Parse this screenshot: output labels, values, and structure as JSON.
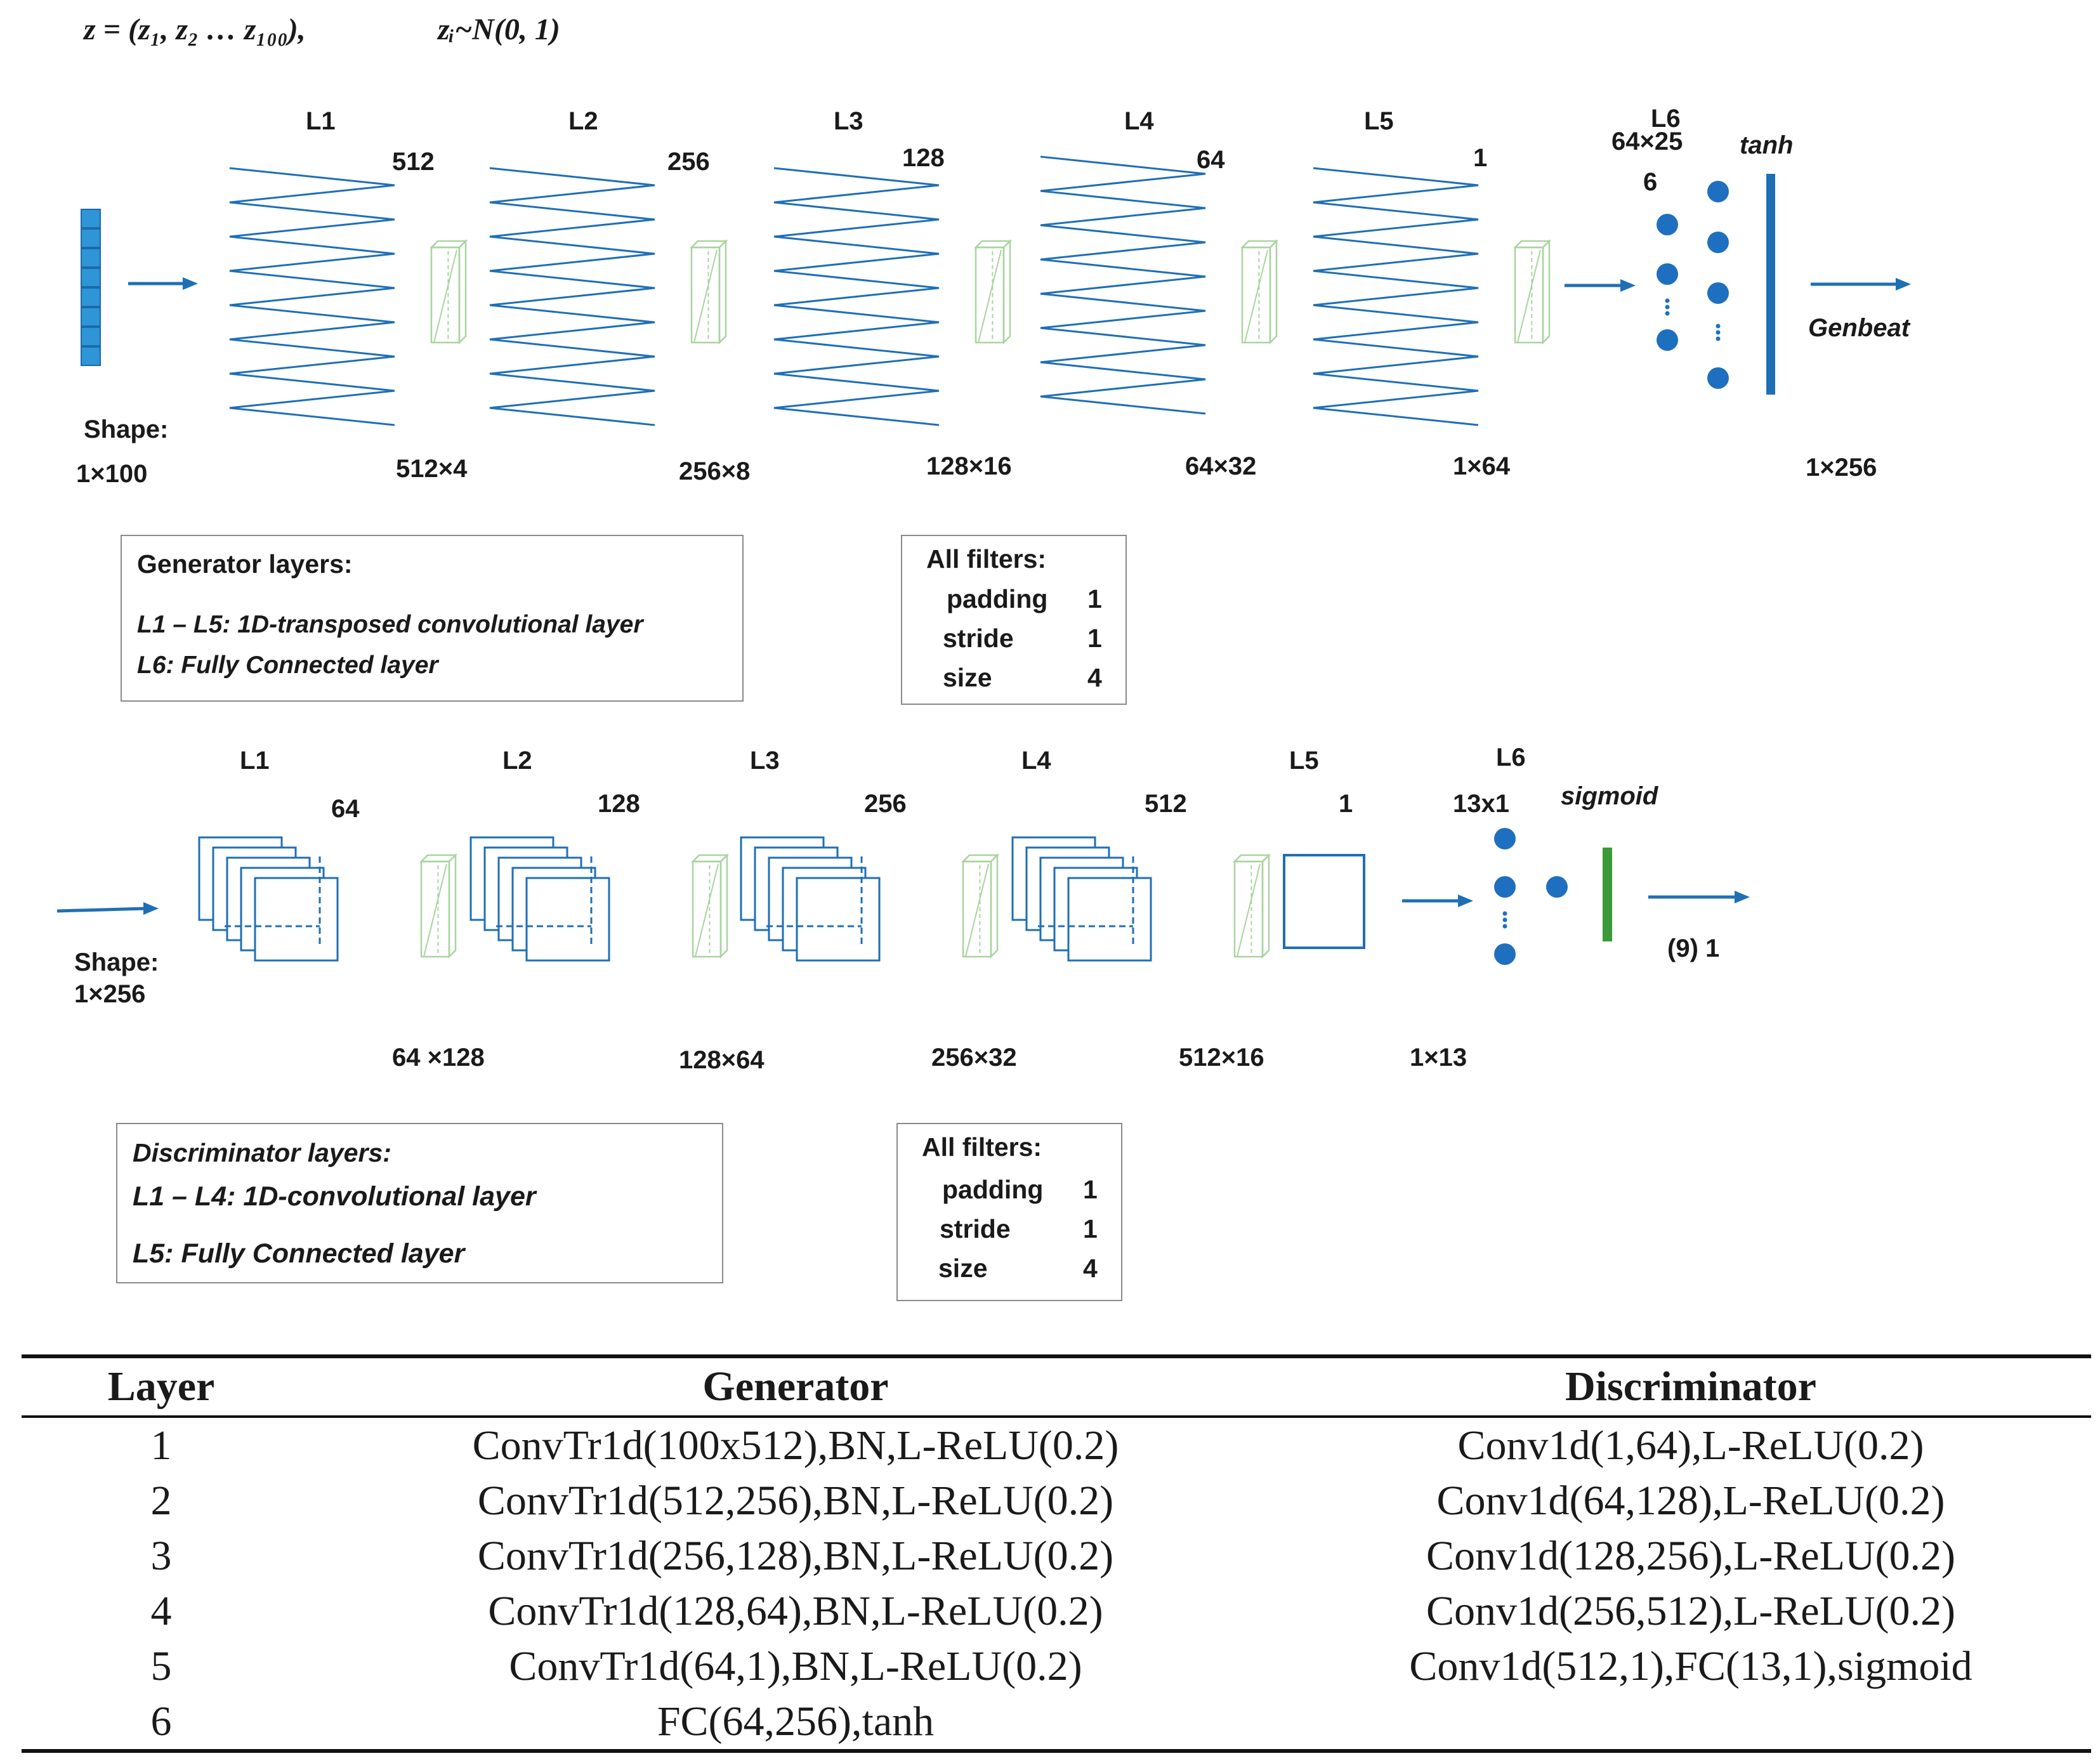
{
  "formula": {
    "z": "z = (z₁, z₂ … z₁₀₀),",
    "dist": "zᵢ~N(0, 1)"
  },
  "generator": {
    "layers": [
      {
        "label": "L1",
        "filters": "512",
        "shape": "512×4"
      },
      {
        "label": "L2",
        "filters": "256",
        "shape": "256×8"
      },
      {
        "label": "L3",
        "filters": "128",
        "shape": "128×16"
      },
      {
        "label": "L4",
        "filters": "64",
        "shape": "64×32"
      },
      {
        "label": "L5",
        "filters": "1",
        "shape": "1×64"
      }
    ],
    "input_shape_label": "Shape:",
    "input_shape": "1×100",
    "fc_label": "L6",
    "fc_size_a": "64×25",
    "fc_size_b": "6",
    "activation": "tanh",
    "output_label": "Genbeat",
    "output_shape": "1×256",
    "legend": {
      "title": "Generator layers:",
      "line1": "L1 – L5: 1D-transposed convolutional layer",
      "line2": "L6: Fully Connected layer"
    },
    "filters": {
      "title": "All filters:",
      "rows": [
        {
          "name": "padding",
          "value": "1"
        },
        {
          "name": "stride",
          "value": "1"
        },
        {
          "name": "size",
          "value": "4"
        }
      ]
    }
  },
  "discriminator": {
    "layers": [
      {
        "label": "L1",
        "filters": "64",
        "shape": "64 ×128"
      },
      {
        "label": "L2",
        "filters": "128",
        "shape": "128×64"
      },
      {
        "label": "L3",
        "filters": "256",
        "shape": "256×32"
      },
      {
        "label": "L4",
        "filters": "512",
        "shape": "512×16"
      },
      {
        "label": "L5",
        "filters": "1",
        "shape": "1×13"
      }
    ],
    "input_shape_label": "Shape:",
    "input_shape": "1×256",
    "fc_label": "L6",
    "fc_size": "13x1",
    "activation": "sigmoid",
    "output": "(9) 1",
    "legend": {
      "title": "Discriminator layers:",
      "line1": "L1 – L4: 1D-convolutional layer",
      "line2": "L5: Fully Connected layer"
    },
    "filters": {
      "title": "All filters:",
      "rows": [
        {
          "name": "padding",
          "value": "1"
        },
        {
          "name": "stride",
          "value": "1"
        },
        {
          "name": "size",
          "value": "4"
        }
      ]
    }
  },
  "table": {
    "headers": [
      "Layer",
      "Generator",
      "Discriminator"
    ],
    "rows": [
      [
        "1",
        "ConvTr1d(100x512),BN,L-ReLU(0.2)",
        "Conv1d(1,64),L-ReLU(0.2)"
      ],
      [
        "2",
        "ConvTr1d(512,256),BN,L-ReLU(0.2)",
        "Conv1d(64,128),L-ReLU(0.2)"
      ],
      [
        "3",
        "ConvTr1d(256,128),BN,L-ReLU(0.2)",
        "Conv1d(128,256),L-ReLU(0.2)"
      ],
      [
        "4",
        "ConvTr1d(128,64),BN,L-ReLU(0.2)",
        "Conv1d(256,512),L-ReLU(0.2)"
      ],
      [
        "5",
        "ConvTr1d(64,1),BN,L-ReLU(0.2)",
        "Conv1d(512,1),FC(13,1),sigmoid"
      ],
      [
        "6",
        "FC(64,256),tanh",
        ""
      ]
    ]
  },
  "colors": {
    "blue": "#1f6fb5",
    "light_blue": "#2e95d6",
    "green": "#a9d4a0",
    "dark_green": "#3a9a3a",
    "node_blue": "#1f6fc0"
  }
}
